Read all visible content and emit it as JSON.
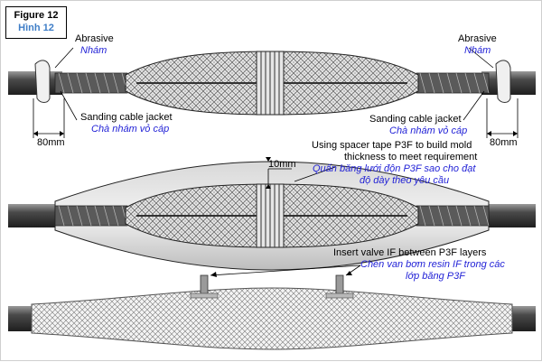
{
  "figure": {
    "title": "Figure 12",
    "subtitle": "Hình 12"
  },
  "labels": {
    "abrasive_left": {
      "en": "Abrasive",
      "vn": "Nhám"
    },
    "abrasive_right": {
      "en": "Abrasive",
      "vn": "Nhám"
    },
    "sanding_left": {
      "en": "Sanding cable jacket",
      "vn": "Chà nhám vỏ cáp"
    },
    "sanding_right": {
      "en": "Sanding cable jacket",
      "vn": "Chà nhám vỏ cáp"
    },
    "dim_left": "80mm",
    "dim_right": "80mm",
    "spacer_note": {
      "en1": "Using spacer tape P3F to build mold",
      "en2": "thickness to meet requirement",
      "vn1": "Quấn băng lưới độn P3F sao cho đạt",
      "vn2": "độ dày theo yêu cầu"
    },
    "dim_10mm": "10mm",
    "valve_note": {
      "en": "Insert valve IF between P3F layers",
      "vn1": "Chèn van bơm resin IF trong các",
      "vn2": "lớp băng P3F"
    }
  },
  "colors": {
    "cable": "#3a3a3a",
    "jacket_highlight": "#8a8a8a",
    "mesh": "#777777",
    "english_text": "#000000",
    "vietnamese_text": "#1f1fd6",
    "figure_subtitle": "#3f7ec7"
  }
}
